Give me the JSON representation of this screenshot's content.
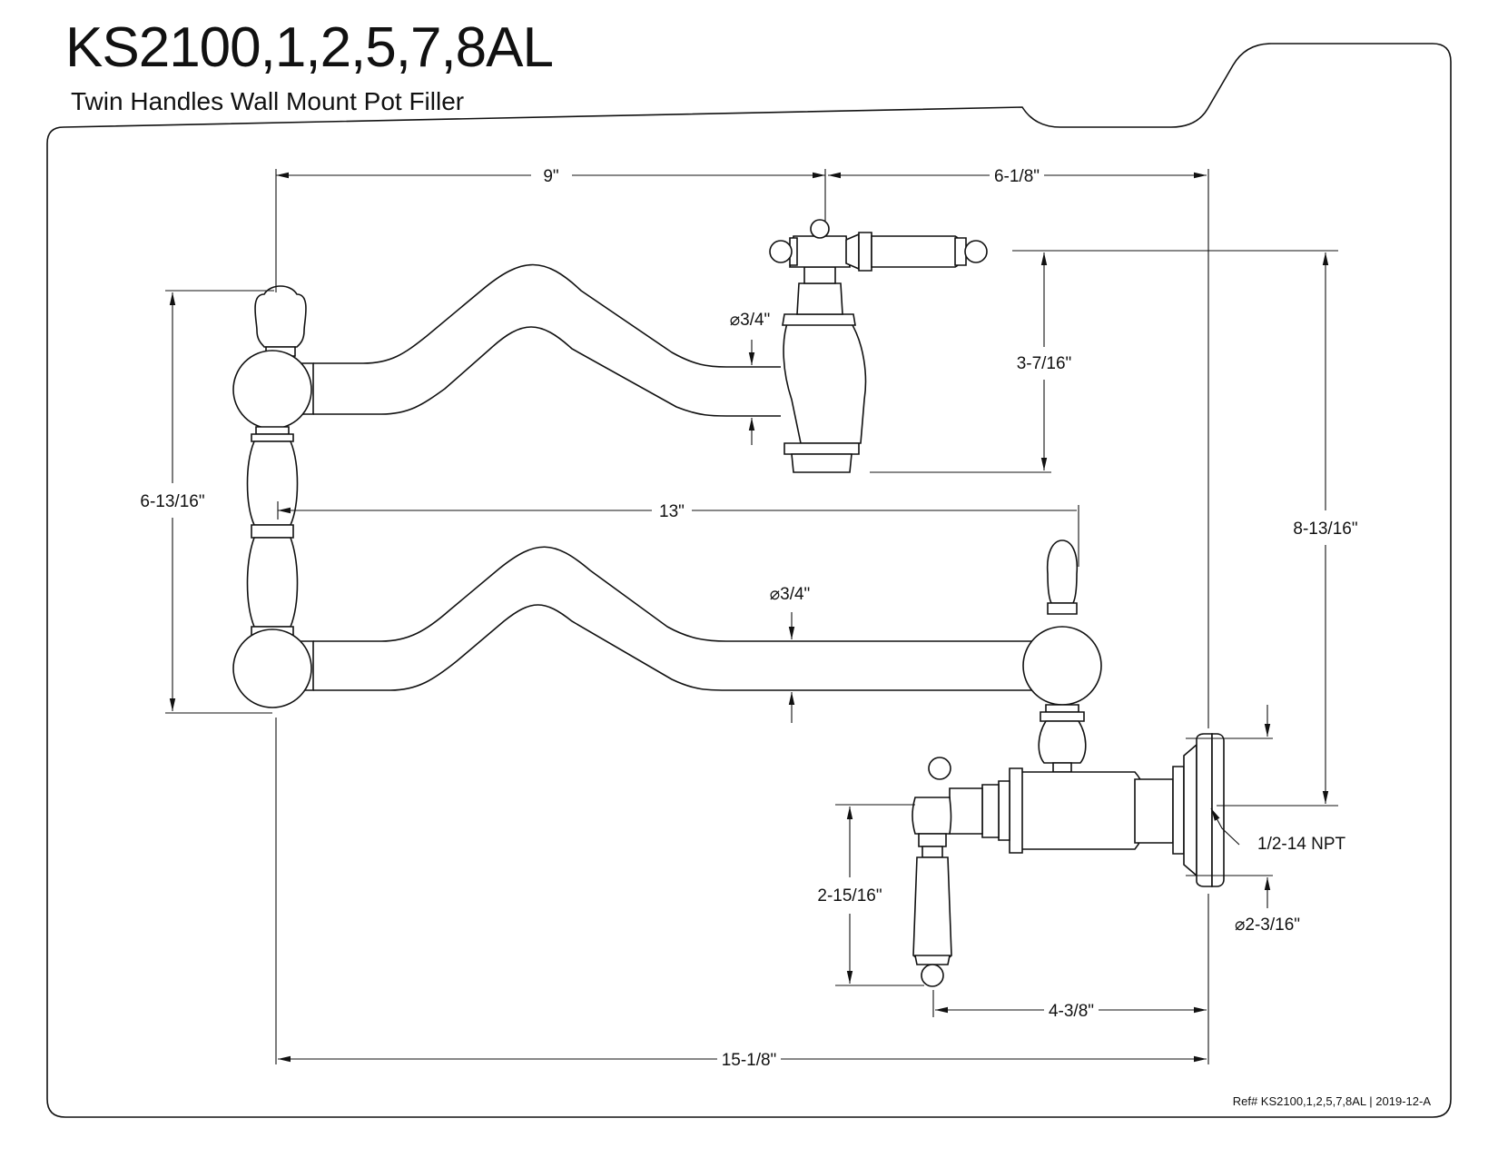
{
  "header": {
    "title": "KS2100,1,2,5,7,8AL",
    "subtitle": "Twin Handles Wall Mount Pot Filler"
  },
  "dimensions": {
    "top_left_width": "9\"",
    "top_right_width": "6-1/8\"",
    "upper_pipe_dia": "⌀3/4\"",
    "valve_height": "3-7/16\"",
    "overall_height_left": "6-13/16\"",
    "overall_height_right": "8-13/16\"",
    "lower_arm_length": "13\"",
    "lower_pipe_dia": "⌀3/4\"",
    "thread": "1/2-14 NPT",
    "flange_dia": "⌀2-3/16\"",
    "lower_handle_height": "2-15/16\"",
    "lower_handle_offset": "4-3/8\"",
    "overall_length": "15-1/8\""
  },
  "footer": {
    "ref": "Ref# KS2100,1,2,5,7,8AL | 2019-12-A"
  }
}
